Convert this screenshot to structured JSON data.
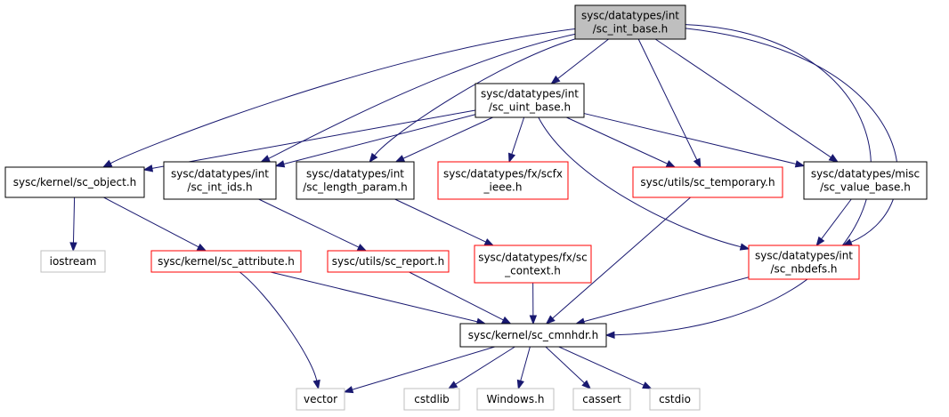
{
  "colors": {
    "edge": "#191970",
    "root_fill": "#bfbfbf",
    "normal_border": "#000000",
    "red_border": "#ff0000",
    "external_border": "#bfbfbf"
  },
  "nodes": {
    "sc_int_base": {
      "lines": [
        "sysc/datatypes/int",
        "/sc_int_base.h"
      ],
      "kind": "root"
    },
    "sc_uint_base": {
      "lines": [
        "sysc/datatypes/int",
        "/sc_uint_base.h"
      ],
      "kind": "normal"
    },
    "sc_object": {
      "lines": [
        "sysc/kernel/sc_object.h"
      ],
      "kind": "normal"
    },
    "sc_int_ids": {
      "lines": [
        "sysc/datatypes/int",
        "/sc_int_ids.h"
      ],
      "kind": "normal"
    },
    "sc_length_param": {
      "lines": [
        "sysc/datatypes/int",
        "/sc_length_param.h"
      ],
      "kind": "normal"
    },
    "scfx_ieee": {
      "lines": [
        "sysc/datatypes/fx/scfx",
        "_ieee.h"
      ],
      "kind": "red"
    },
    "sc_temporary": {
      "lines": [
        "sysc/utils/sc_temporary.h"
      ],
      "kind": "red"
    },
    "sc_value_base": {
      "lines": [
        "sysc/datatypes/misc",
        "/sc_value_base.h"
      ],
      "kind": "normal"
    },
    "iostream": {
      "lines": [
        "iostream"
      ],
      "kind": "external"
    },
    "sc_attribute": {
      "lines": [
        "sysc/kernel/sc_attribute.h"
      ],
      "kind": "red"
    },
    "sc_report": {
      "lines": [
        "sysc/utils/sc_report.h"
      ],
      "kind": "red"
    },
    "sc_context": {
      "lines": [
        "sysc/datatypes/fx/sc",
        "_context.h"
      ],
      "kind": "red"
    },
    "sc_nbdefs": {
      "lines": [
        "sysc/datatypes/int",
        "/sc_nbdefs.h"
      ],
      "kind": "red"
    },
    "sc_cmnhdr": {
      "lines": [
        "sysc/kernel/sc_cmnhdr.h"
      ],
      "kind": "normal"
    },
    "vector": {
      "lines": [
        "vector"
      ],
      "kind": "external"
    },
    "cstdlib": {
      "lines": [
        "cstdlib"
      ],
      "kind": "external"
    },
    "windows_h": {
      "lines": [
        "Windows.h"
      ],
      "kind": "external"
    },
    "cassert": {
      "lines": [
        "cassert"
      ],
      "kind": "external"
    },
    "cstdio": {
      "lines": [
        "cstdio"
      ],
      "kind": "external"
    }
  },
  "edges": [
    [
      "sc_int_base",
      "sc_uint_base"
    ],
    [
      "sc_int_base",
      "sc_object"
    ],
    [
      "sc_int_base",
      "sc_int_ids"
    ],
    [
      "sc_int_base",
      "sc_length_param"
    ],
    [
      "sc_int_base",
      "sc_temporary"
    ],
    [
      "sc_int_base",
      "sc_value_base"
    ],
    [
      "sc_int_base",
      "sc_nbdefs"
    ],
    [
      "sc_int_base",
      "sc_cmnhdr"
    ],
    [
      "sc_uint_base",
      "sc_object"
    ],
    [
      "sc_uint_base",
      "sc_int_ids"
    ],
    [
      "sc_uint_base",
      "sc_length_param"
    ],
    [
      "sc_uint_base",
      "scfx_ieee"
    ],
    [
      "sc_uint_base",
      "sc_temporary"
    ],
    [
      "sc_uint_base",
      "sc_value_base"
    ],
    [
      "sc_uint_base",
      "sc_nbdefs"
    ],
    [
      "sc_object",
      "iostream"
    ],
    [
      "sc_object",
      "sc_attribute"
    ],
    [
      "sc_int_ids",
      "sc_report"
    ],
    [
      "sc_length_param",
      "sc_context"
    ],
    [
      "sc_temporary",
      "sc_cmnhdr"
    ],
    [
      "sc_value_base",
      "sc_nbdefs"
    ],
    [
      "sc_attribute",
      "sc_cmnhdr"
    ],
    [
      "sc_attribute",
      "vector"
    ],
    [
      "sc_report",
      "sc_cmnhdr"
    ],
    [
      "sc_context",
      "sc_cmnhdr"
    ],
    [
      "sc_nbdefs",
      "sc_cmnhdr"
    ],
    [
      "sc_cmnhdr",
      "vector"
    ],
    [
      "sc_cmnhdr",
      "cstdlib"
    ],
    [
      "sc_cmnhdr",
      "windows_h"
    ],
    [
      "sc_cmnhdr",
      "cassert"
    ],
    [
      "sc_cmnhdr",
      "cstdio"
    ]
  ]
}
